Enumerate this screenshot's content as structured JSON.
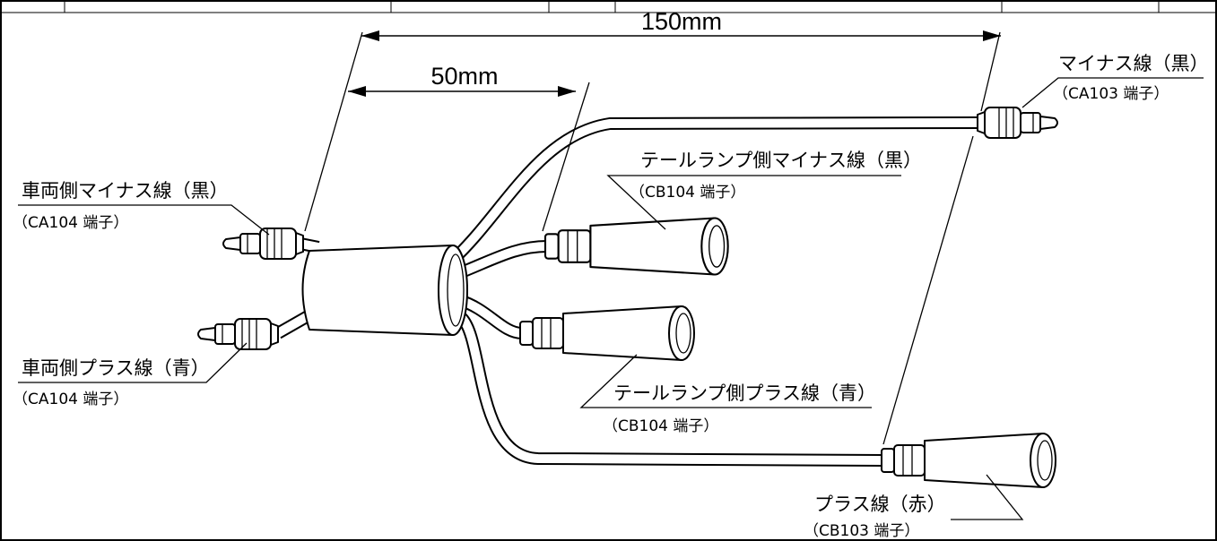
{
  "dimensions": {
    "overall": "150mm",
    "branch": "50mm"
  },
  "labels": {
    "vehicle_minus": {
      "title": "車両側マイナス線（黒）",
      "terminal": "（CA104 端子）"
    },
    "vehicle_plus": {
      "title": "車両側プラス線（青）",
      "terminal": "（CA104 端子）"
    },
    "tail_minus": {
      "title": "テールランプ側マイナス線（黒）",
      "terminal": "（CB104 端子）"
    },
    "tail_plus": {
      "title": "テールランプ側プラス線（青）",
      "terminal": "（CB104 端子）"
    },
    "minus_out": {
      "title": "マイナス線（黒）",
      "terminal": "（CA103 端子）"
    },
    "plus_out": {
      "title": "プラス線（赤）",
      "terminal": "（CB103 端子）"
    }
  }
}
